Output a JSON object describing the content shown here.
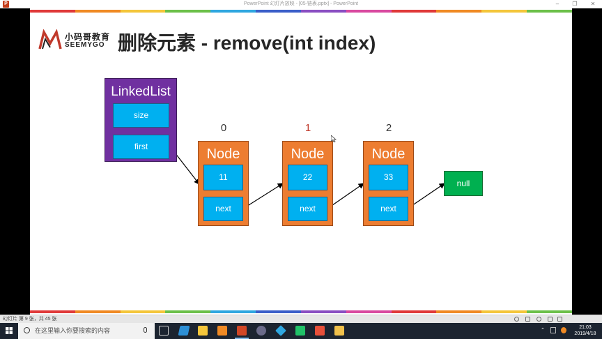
{
  "window": {
    "title": "PowerPoint 幻灯片放映 - [05-链表.pptx] - PowerPoint",
    "app_icon_letter": "P",
    "minimize_icon": "minimize-icon",
    "restore_icon": "restore-icon",
    "close_icon": "close-icon"
  },
  "slide": {
    "logo": {
      "cn": "小码哥教育",
      "en": "SEEMYGO"
    },
    "title": "删除元素 - remove(int index)",
    "rainbow_colors": [
      "#e03a3a",
      "#f08a24",
      "#f4c63b",
      "#6cc04a",
      "#2fa7e0",
      "#3b5fc9",
      "#8a4fc2",
      "#d94aa0",
      "#e03a3a",
      "#f08a24",
      "#f4c63b",
      "#6cc04a"
    ],
    "linkedlist": {
      "title": "LinkedList",
      "fields": [
        "size",
        "first"
      ]
    },
    "indices": [
      {
        "label": "0",
        "color": "#333333"
      },
      {
        "label": "1",
        "color": "#c0392b"
      },
      {
        "label": "2",
        "color": "#333333"
      }
    ],
    "nodes": [
      {
        "title": "Node",
        "value": "11",
        "next": "next"
      },
      {
        "title": "Node",
        "value": "22",
        "next": "next"
      },
      {
        "title": "Node",
        "value": "33",
        "next": "next"
      }
    ],
    "null_label": "null",
    "colors": {
      "linkedlist_bg": "#7030a0",
      "field_bg": "#00b0f0",
      "node_bg": "#ed7d31",
      "null_bg": "#00b050"
    }
  },
  "statusbar": {
    "text": "幻灯片 第 9 张，共 45 张",
    "icons": [
      "normal-view-icon",
      "slide-sorter-icon",
      "reading-view-icon",
      "slideshow-icon"
    ]
  },
  "taskbar": {
    "search_placeholder": "在这里输入你要搜索的内容",
    "time": "21:03",
    "date": "2019/4/18",
    "apps": [
      "task-view-icon",
      "visual-studio-code-icon",
      "sublime-icon",
      "sublime-text-icon",
      "powerpoint-icon",
      "terminal-icon",
      "sourcetree-icon",
      "clion-icon",
      "xmind-icon",
      "file-explorer-icon"
    ]
  }
}
